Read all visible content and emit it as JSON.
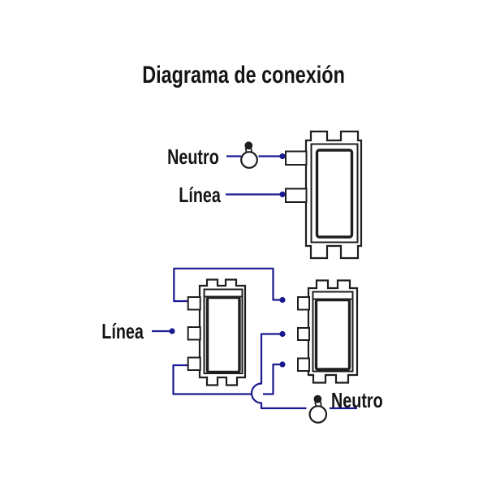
{
  "title": "Diagrama de conexión",
  "labels": {
    "top_neutro": "Neutro",
    "top_linea": "Línea",
    "bottom_linea": "Línea",
    "bottom_neutro": "Neutro"
  },
  "icons": {
    "top_load": "light-bulb",
    "bottom_load": "light-bulb"
  },
  "colors": {
    "background": "#ffffff",
    "wire": "#1a1a90",
    "outline": "#1e1e1e",
    "text": "#141414"
  }
}
